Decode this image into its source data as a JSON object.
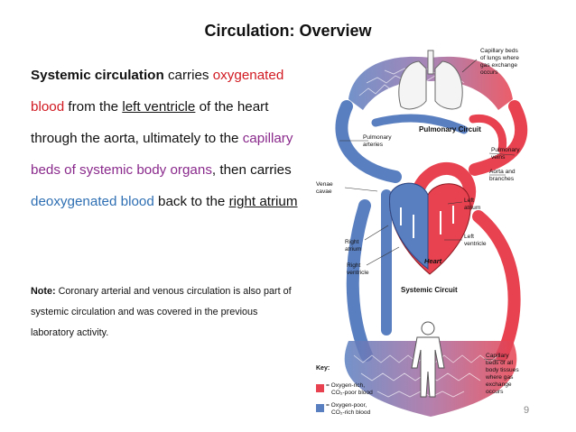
{
  "title": "Circulation: Overview",
  "paragraph": {
    "s1_bold": "Systemic circulation",
    "s2": " carries ",
    "s3_red": "oxygenated blood",
    "s4": " from the ",
    "s5_underline": "left ventricle",
    "s6": " of the heart through the aorta, ultimately to the ",
    "s7_purple": "capillary beds of systemic body organs",
    "s8": ", then carries ",
    "s9_blue": "deoxygenated blood",
    "s10": " back to the ",
    "s11_underline": "right atrium"
  },
  "note": {
    "label": "Note:",
    "text": " Coronary arterial and venous circulation is also part of systemic circulation and was covered in the previous laboratory activity."
  },
  "diagram": {
    "pulmonary_circuit": "Pulmonary Circuit",
    "systemic_circuit": "Systemic Circuit",
    "heart": "Heart",
    "capillary_lungs": [
      "Capillary beds",
      "of lungs where",
      "gas exchange",
      "occurs"
    ],
    "pulmonary_arteries": [
      "Pulmonary",
      "arteries"
    ],
    "pulmonary_veins": [
      "Pulmonary",
      "veins"
    ],
    "aorta_branches": [
      "Aorta and",
      "branches"
    ],
    "venae_cavae": [
      "Venae",
      "cavae"
    ],
    "left_atrium": [
      "Left",
      "atrium"
    ],
    "left_ventricle": [
      "Left",
      "ventricle"
    ],
    "right_atrium": [
      "Right",
      "atrium"
    ],
    "right_ventricle": [
      "Right",
      "ventricle"
    ],
    "capillary_body": [
      "Capillary",
      "beds of all",
      "body tissues",
      "where gas",
      "exchange",
      "occurs"
    ],
    "key_title": "Key:",
    "key_red": [
      "= Oxygen-rich,",
      "CO₂-poor blood"
    ],
    "key_blue": [
      "= Oxygen-poor,",
      "CO₂-rich blood"
    ],
    "color_oxygen_rich": "#e8414f",
    "color_oxygen_poor": "#5a7fc0"
  },
  "page_number": "9"
}
